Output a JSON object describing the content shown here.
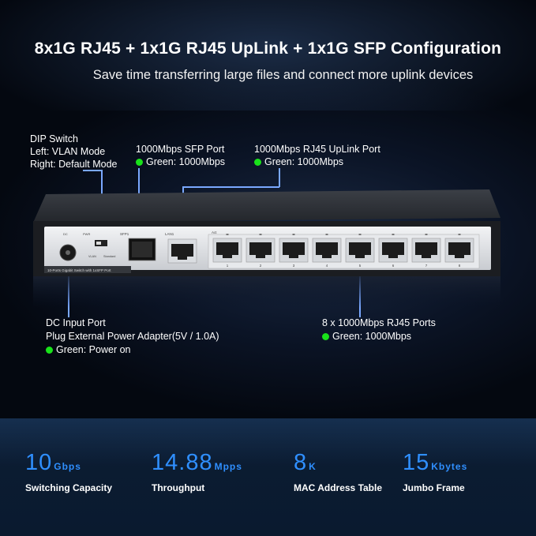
{
  "heading": {
    "title": "8x1G RJ45 + 1x1G RJ45 UpLink + 1x1G SFP Configuration",
    "subtitle": "Save time transferring large files and connect more uplink devices"
  },
  "callouts": {
    "dip_switch": {
      "title": "DIP Switch",
      "line1": "Left: VLAN Mode",
      "line2": "Right: Default Mode"
    },
    "sfp_port": {
      "title": "1000Mbps SFP Port",
      "status": "Green: 1000Mbps"
    },
    "uplink_port": {
      "title": "1000Mbps RJ45 UpLink Port",
      "status": "Green: 1000Mbps"
    },
    "dc_input": {
      "title": "DC Input Port",
      "line1": "Plug External Power Adapter(5V / 1.0A)",
      "status": "Green: Power on"
    },
    "rj45_ports": {
      "title": "8 x 1000Mbps RJ45 Ports",
      "status": "Green: 1000Mbps"
    }
  },
  "device": {
    "model_label": "10-Ports Gigabit Switch with 1xSFP Port",
    "dc_label": "DC",
    "pwr_label": "PWR",
    "vlan_label": "VLAN",
    "standard_label": "Standard",
    "sfp_label": "SFP1",
    "lan_label": "LAN1",
    "act_label": "Act",
    "port_numbers": [
      "1",
      "2",
      "3",
      "4",
      "5",
      "6",
      "7",
      "8"
    ]
  },
  "stats": [
    {
      "number": "10",
      "unit": "Gbps",
      "caption": "Switching Capacity"
    },
    {
      "number": "14.88",
      "unit": "Mpps",
      "caption": "Throughput"
    },
    {
      "number": "8",
      "unit": "K",
      "caption": "MAC Address Table"
    },
    {
      "number": "15",
      "unit": "Kbytes",
      "caption": "Jumbo Frame"
    }
  ],
  "colors": {
    "accent": "#2f8fff",
    "led_green": "#19e21a",
    "callout_line": "#7aa8ff"
  }
}
